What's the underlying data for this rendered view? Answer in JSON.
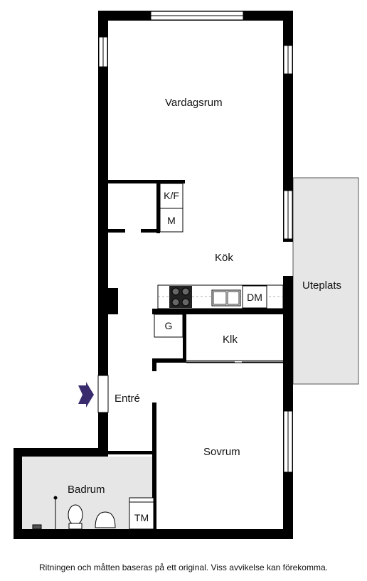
{
  "rooms": {
    "living": "Vardagsrum",
    "kitchen": "Kök",
    "patio": "Uteplats",
    "closet": "Klk",
    "entrance": "Entré",
    "bedroom": "Sovrum",
    "bathroom": "Badrum"
  },
  "fixtures": {
    "fridge_freezer": "K/F",
    "microwave": "M",
    "dishwasher": "DM",
    "wardrobe": "G",
    "washer_dryer": "TM"
  },
  "footer_note": "Ritningen och måtten baseras på ett original. Viss avvikelse kan förekomma.",
  "colors": {
    "wall": "#000000",
    "patio_fill": "#e6e6e6",
    "bathroom_fill": "#e6e6e6",
    "entrance_arrow": "#3a2a6e"
  }
}
